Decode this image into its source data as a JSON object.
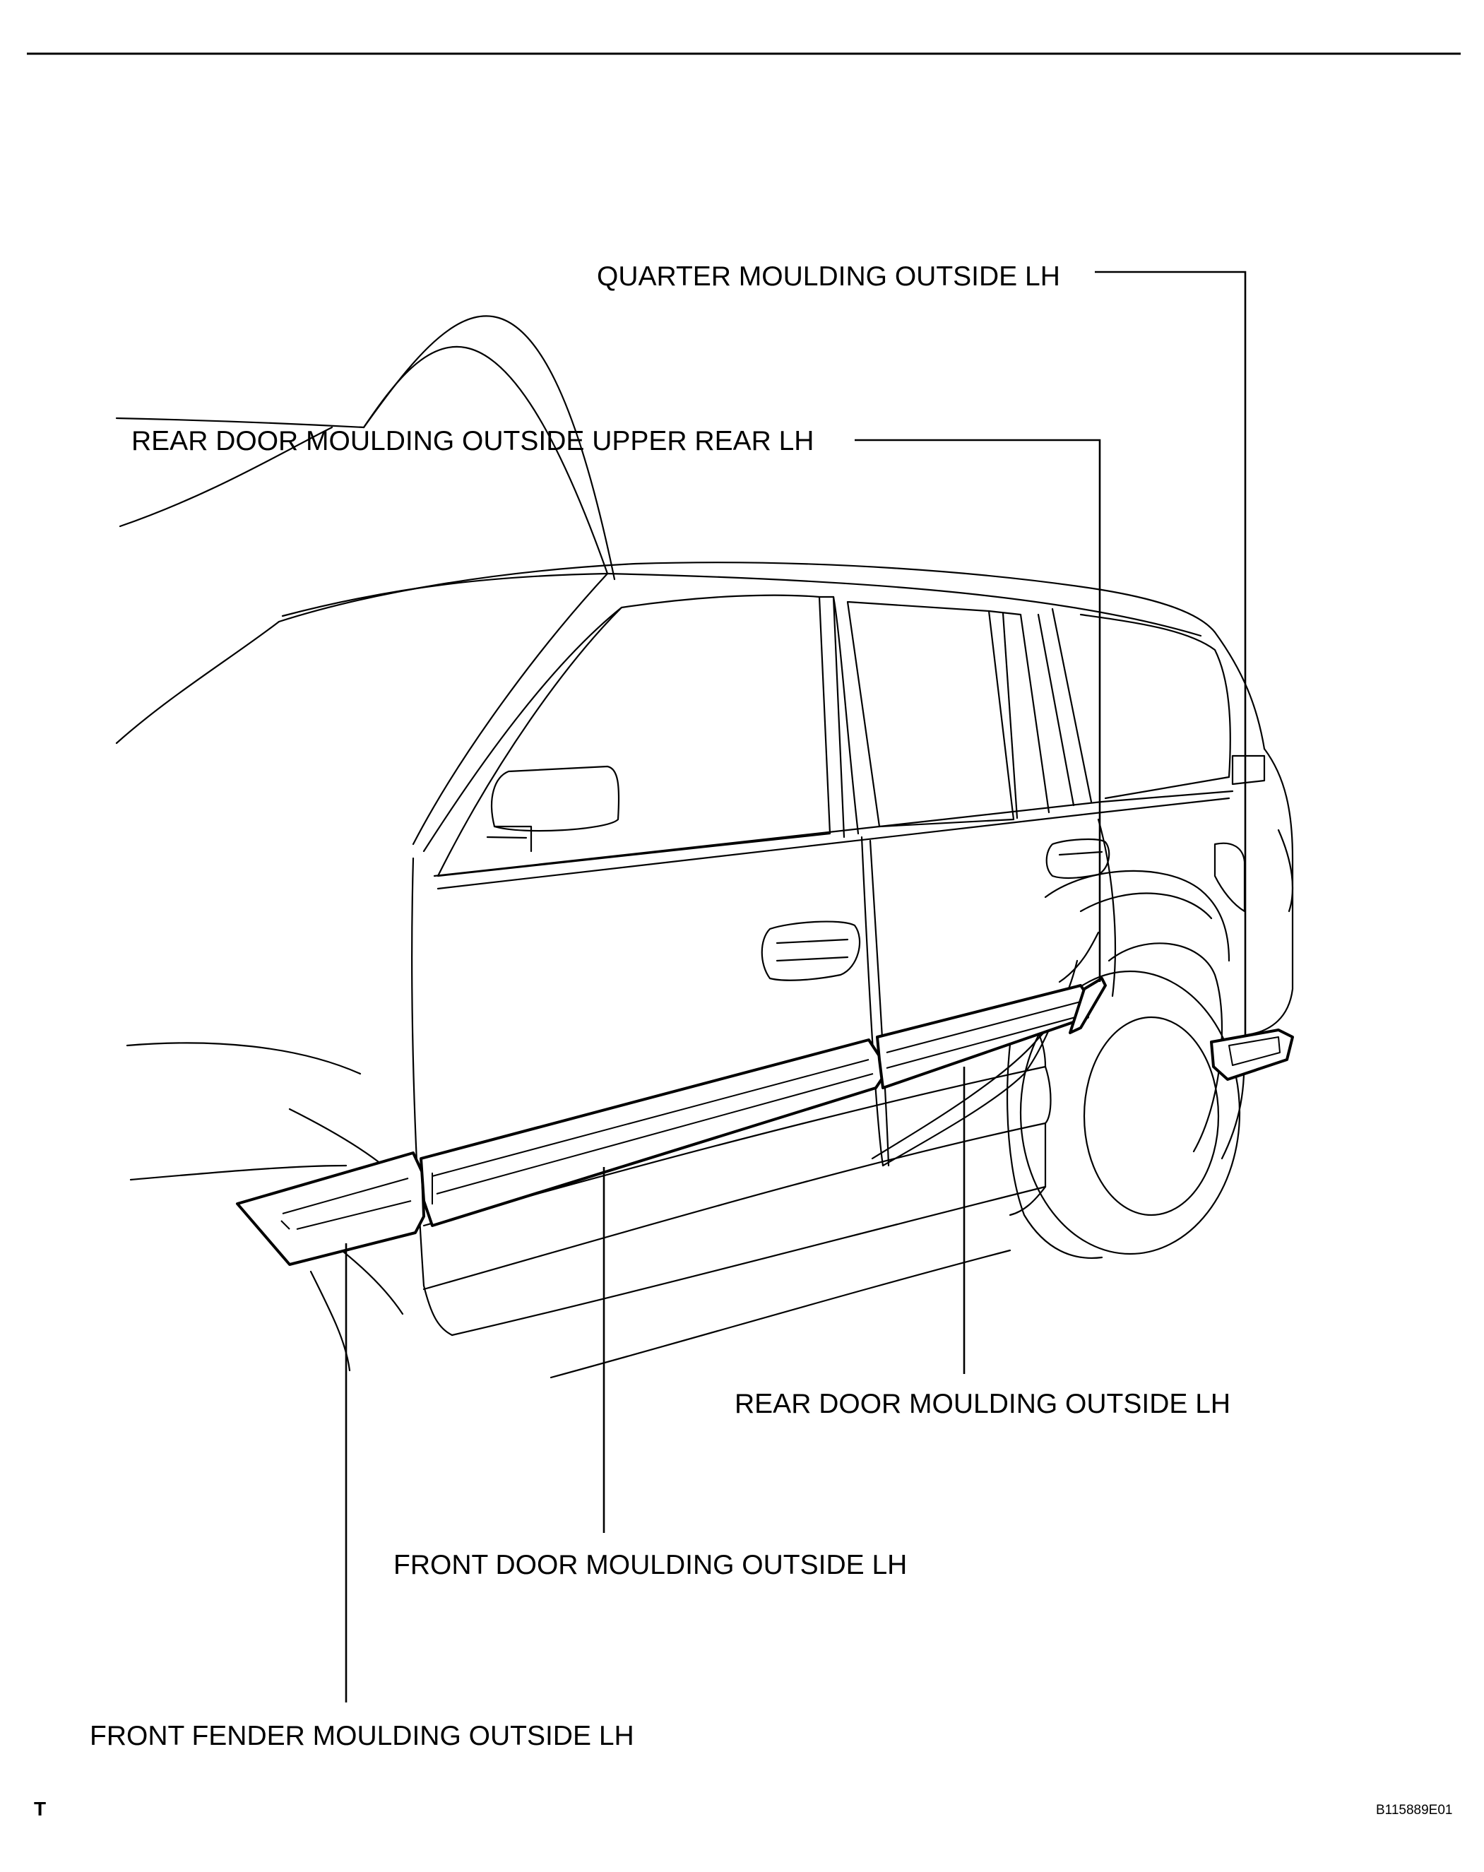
{
  "labels": {
    "quarter": "QUARTER MOULDING OUTSIDE LH",
    "rear_upper": "REAR DOOR MOULDING OUTSIDE UPPER REAR LH",
    "rear_door": "REAR DOOR MOULDING OUTSIDE LH",
    "front_door": "FRONT DOOR MOULDING OUTSIDE LH",
    "front_fender": "FRONT FENDER MOULDING OUTSIDE LH"
  },
  "footer": {
    "corner_mark": "T",
    "figure_code": "B115889E01"
  }
}
